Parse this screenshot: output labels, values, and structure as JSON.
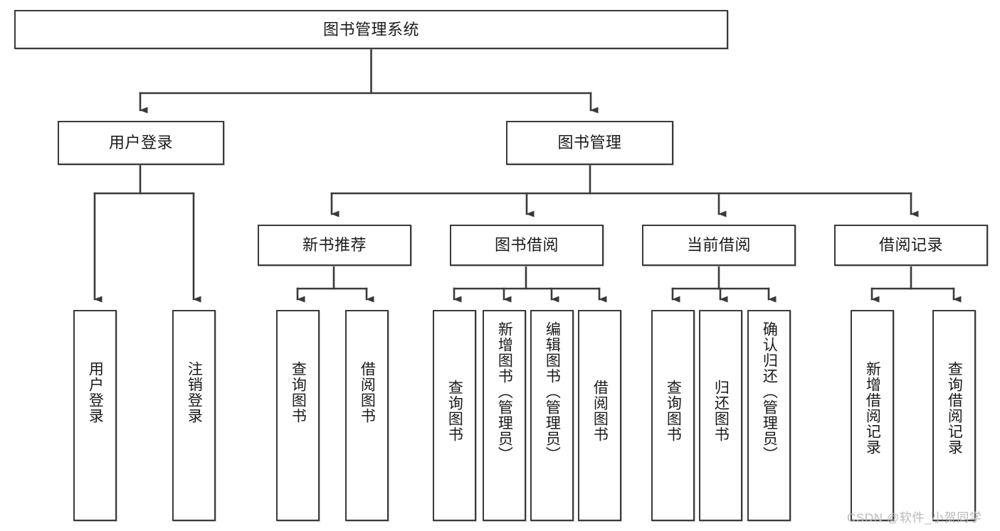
{
  "diagram": {
    "title": "图书管理系统",
    "type": "tree",
    "watermark": "CSDN @软件_小贺同学",
    "colors": {
      "box_border": "#3a3a3a",
      "box_fill": "#ffffff",
      "connector": "#3a3a3a",
      "text": "#1a1a1a",
      "watermark": "#b9b9b9"
    },
    "root": {
      "id": "root",
      "label": "图书管理系统"
    },
    "level2": [
      {
        "id": "user-login",
        "label": "用户登录"
      },
      {
        "id": "book-manage",
        "label": "图书管理"
      }
    ],
    "level3": [
      {
        "id": "new-book-recommend",
        "label": "新书推荐",
        "parent": "book-manage"
      },
      {
        "id": "book-borrow",
        "label": "图书借阅",
        "parent": "book-manage"
      },
      {
        "id": "current-borrow",
        "label": "当前借阅",
        "parent": "book-manage"
      },
      {
        "id": "borrow-record",
        "label": "借阅记录",
        "parent": "book-manage"
      }
    ],
    "leaves": [
      {
        "id": "leaf-user-login",
        "label": "用户登录",
        "parent": "user-login"
      },
      {
        "id": "leaf-user-logout",
        "label": "注销登录",
        "parent": "user-login"
      },
      {
        "id": "leaf-query-book-1",
        "label": "查询图书",
        "parent": "new-book-recommend"
      },
      {
        "id": "leaf-borrow-book-1",
        "label": "借阅图书",
        "parent": "new-book-recommend"
      },
      {
        "id": "leaf-query-book-2",
        "label": "查询图书",
        "parent": "book-borrow"
      },
      {
        "id": "leaf-add-book",
        "label": "新增图书（管理员）",
        "parent": "book-borrow"
      },
      {
        "id": "leaf-edit-book",
        "label": "编辑图书（管理员）",
        "parent": "book-borrow"
      },
      {
        "id": "leaf-borrow-book-2",
        "label": "借阅图书",
        "parent": "book-borrow"
      },
      {
        "id": "leaf-query-book-3",
        "label": "查询图书",
        "parent": "current-borrow"
      },
      {
        "id": "leaf-return-book",
        "label": "归还图书",
        "parent": "current-borrow"
      },
      {
        "id": "leaf-confirm-return",
        "label": "确认归还（管理员）",
        "parent": "current-borrow"
      },
      {
        "id": "leaf-add-record",
        "label": "新增借阅记录",
        "parent": "borrow-record"
      },
      {
        "id": "leaf-query-record",
        "label": "查询借阅记录",
        "parent": "borrow-record"
      }
    ]
  }
}
